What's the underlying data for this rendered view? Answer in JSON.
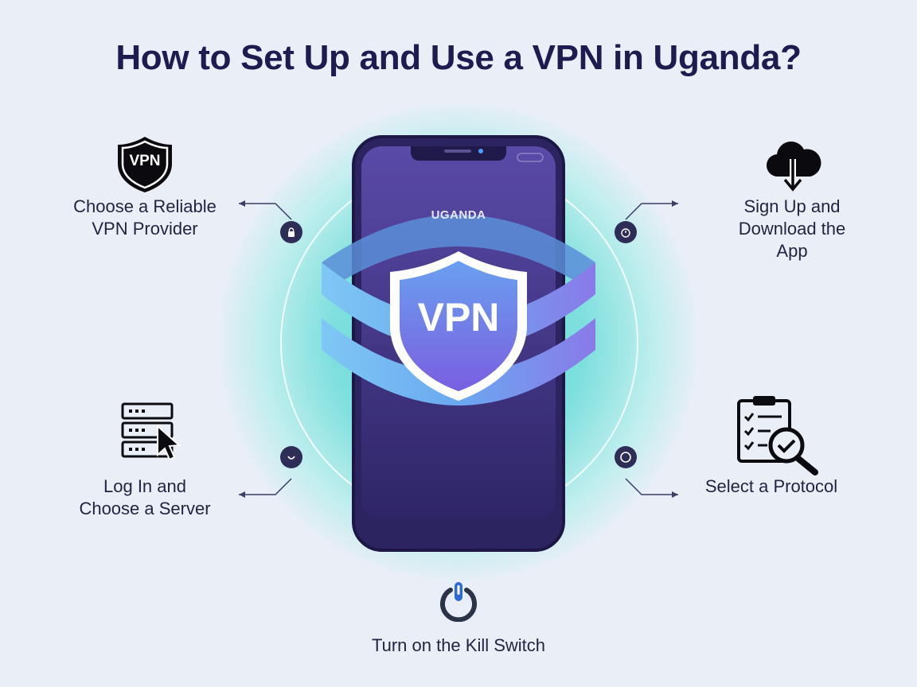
{
  "title": "How to Set Up and Use a VPN in Uganda?",
  "phone": {
    "screen_label": "UGANDA",
    "shield_label": "VPN"
  },
  "steps": {
    "provider": {
      "line1": "Choose a Reliable",
      "line2": "VPN Provider",
      "badge": "VPN",
      "icon": "vpn-shield-icon"
    },
    "signup": {
      "line1": "Sign Up and",
      "line2": "Download the",
      "line3": "App",
      "icon": "cloud-download-icon"
    },
    "server": {
      "line1": "Log In and",
      "line2": "Choose a Server",
      "icon": "server-cursor-icon"
    },
    "protocol": {
      "line1": "Select a Protocol",
      "icon": "clipboard-magnifier-icon"
    },
    "killswitch": {
      "line1": "Turn on the Kill Switch",
      "icon": "power-icon"
    }
  },
  "colors": {
    "title": "#1d1b4f",
    "phone_body": "#3b2e7e",
    "phone_screen": "#4a3a9a",
    "shield": "#5a7de0",
    "ring_band": "#7db7f0",
    "glow": "#5fd6d6",
    "dot": "#2e2d57"
  }
}
